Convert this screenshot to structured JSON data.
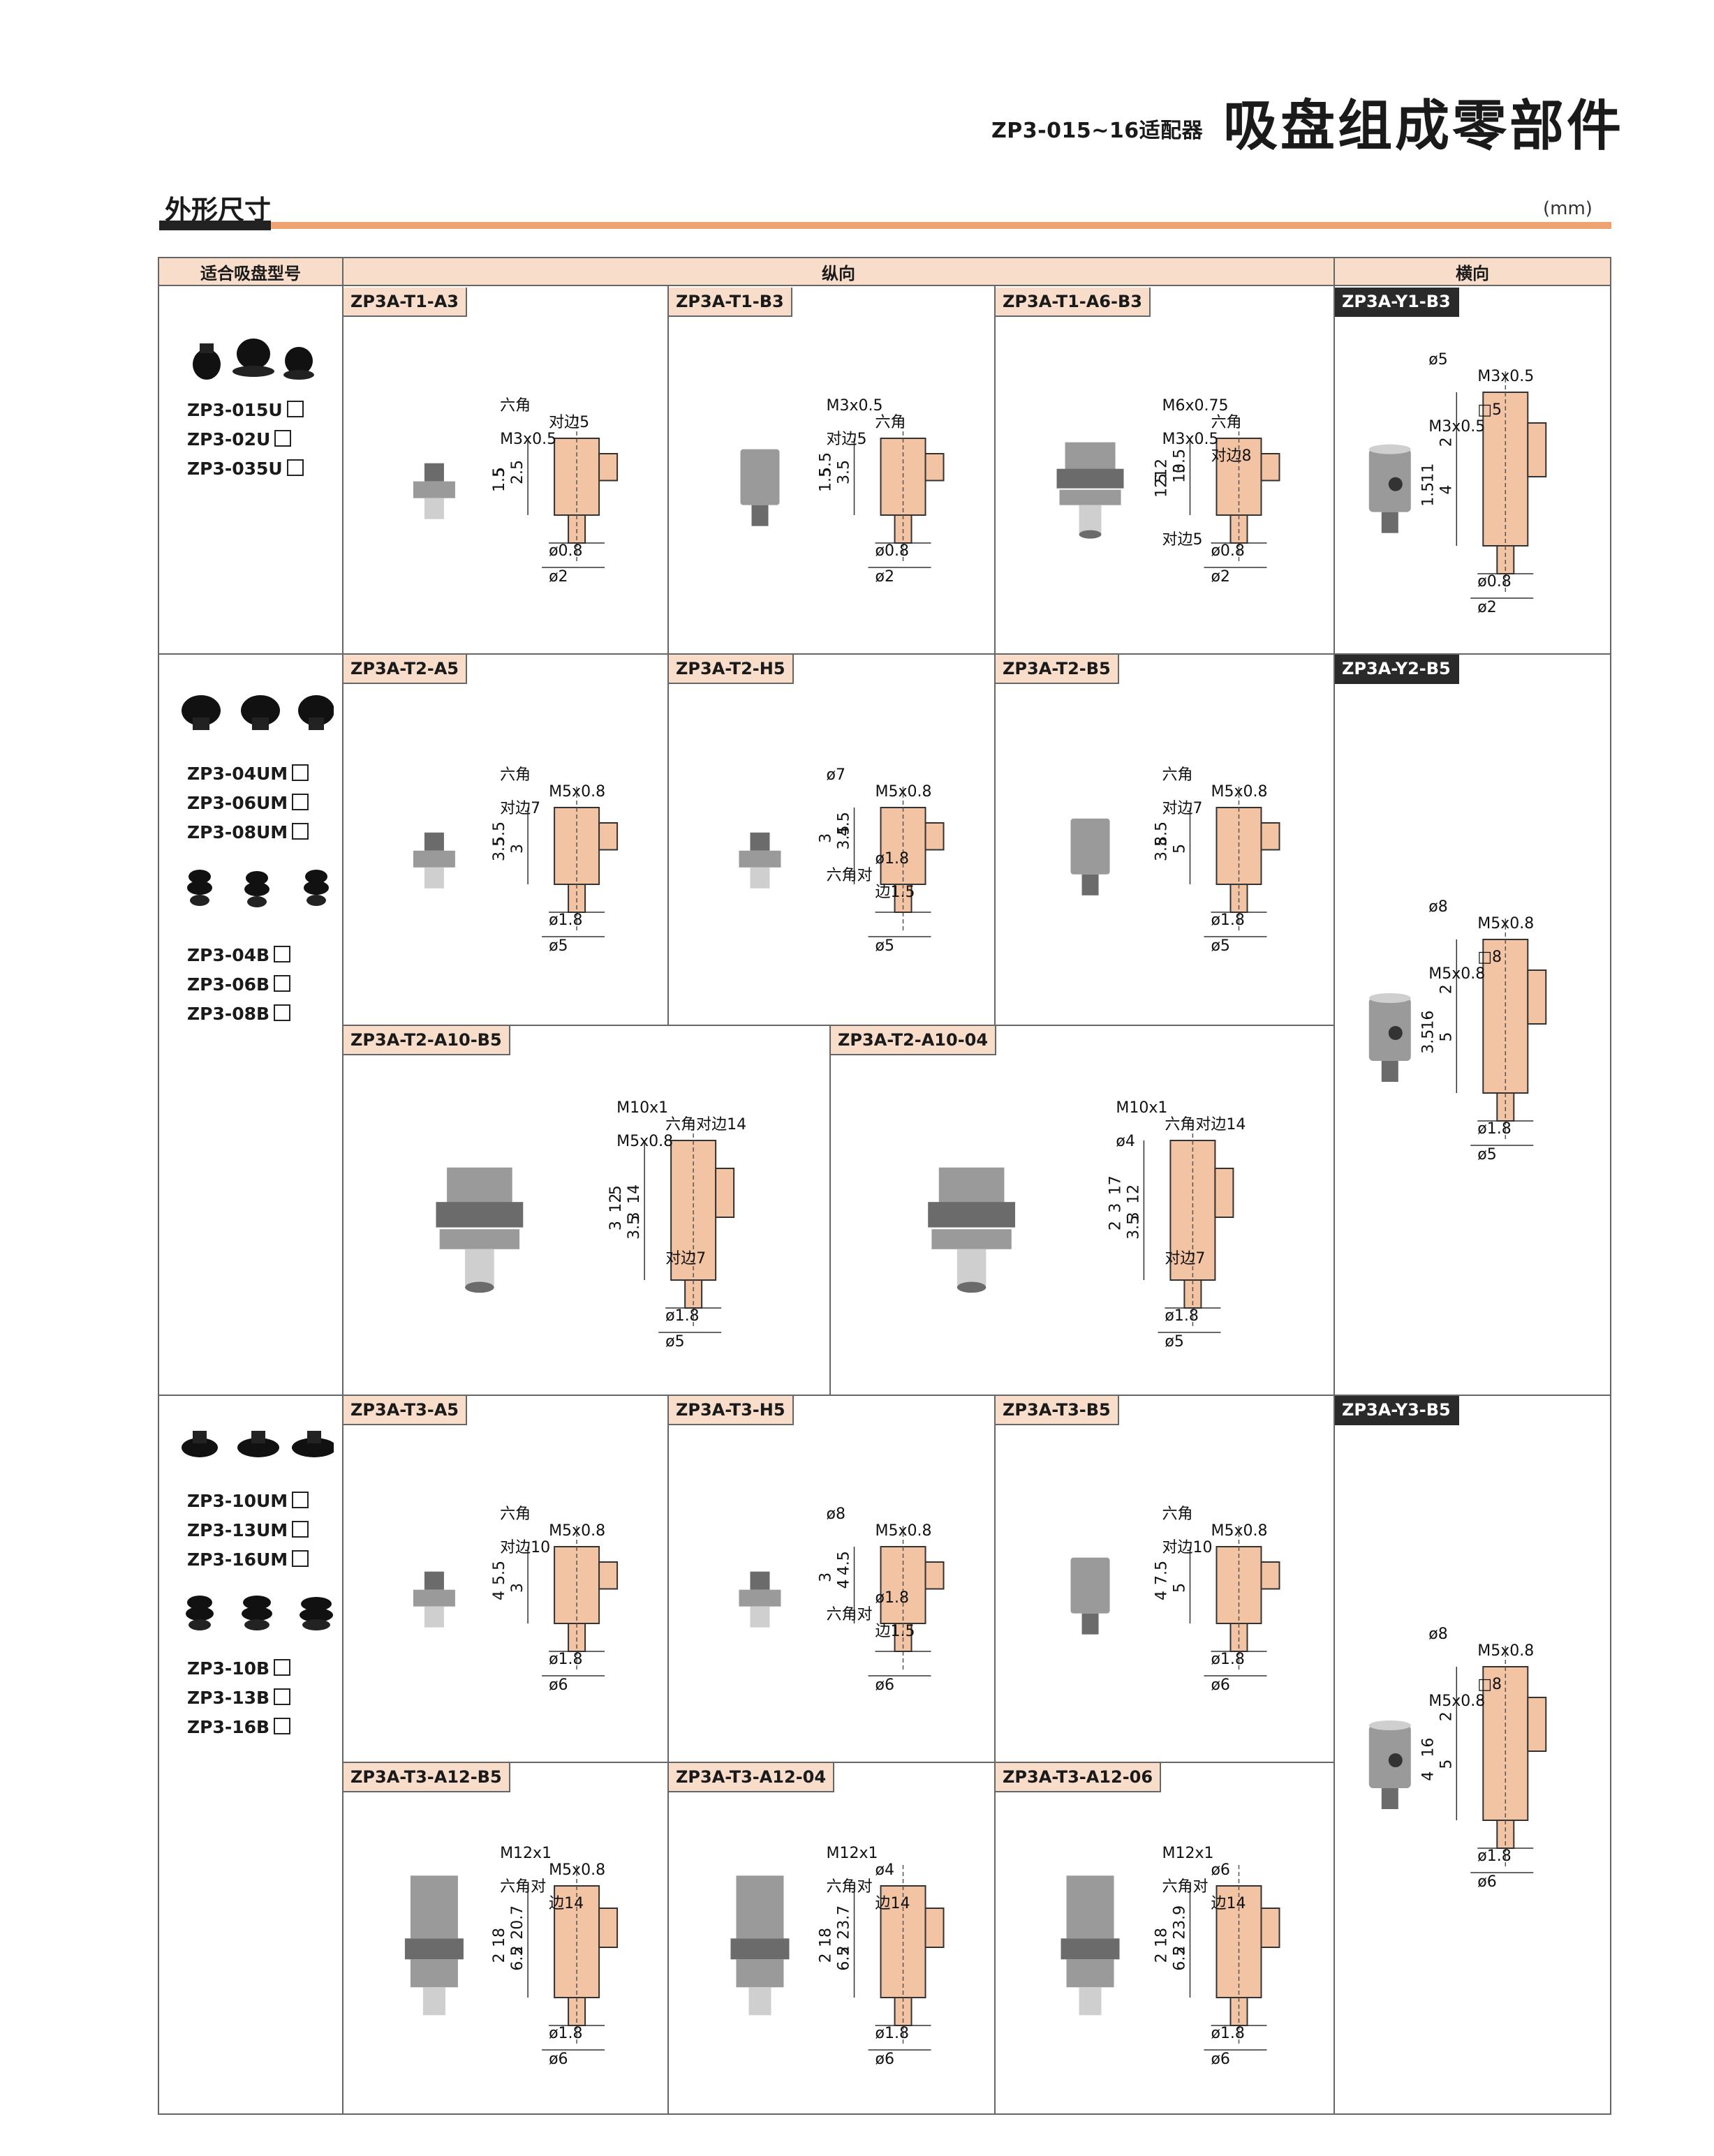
{
  "header": {
    "subtitle": "ZP3-015~16适配器",
    "title": "吸盘组成零部件"
  },
  "section": {
    "title": "外形尺寸",
    "unit": "(mm)"
  },
  "table_headers": {
    "col1": "适合吸盘型号",
    "col2": "纵向",
    "col3": "横向"
  },
  "groups": [
    {
      "models": [
        "ZP3-015U",
        "ZP3-02U",
        "ZP3-035U"
      ]
    },
    {
      "models_u": [
        "ZP3-04UM",
        "ZP3-06UM",
        "ZP3-08UM"
      ],
      "models_b": [
        "ZP3-04B",
        "ZP3-06B",
        "ZP3-08B"
      ]
    },
    {
      "models_u": [
        "ZP3-10UM",
        "ZP3-13UM",
        "ZP3-16UM"
      ],
      "models_b": [
        "ZP3-10B",
        "ZP3-13B",
        "ZP3-16B"
      ]
    }
  ],
  "cells": {
    "t1a3": {
      "name": "ZP3A-T1-A3",
      "labels": [
        "六角",
        "对边5",
        "M3x0.5",
        "5",
        "2.5",
        "1.5",
        "ø0.8",
        "ø2"
      ]
    },
    "t1b3": {
      "name": "ZP3A-T1-B3",
      "labels": [
        "M3x0.5",
        "六角",
        "对边5",
        "5.5",
        "3.5",
        "1.5",
        "ø0.8",
        "ø2"
      ]
    },
    "t1a6b3": {
      "name": "ZP3A-T1-A6-B3",
      "labels": [
        "M6x0.75",
        "六角",
        "M3x0.5",
        "对边8",
        "3.5",
        "12",
        "10",
        "2",
        "对边5",
        "1.5",
        "ø0.8",
        "ø2"
      ]
    },
    "y1b3": {
      "name": "ZP3A-Y1-B3",
      "labels": [
        "ø5",
        "M3x0.5",
        "2",
        "□5",
        "M3x0.5",
        "11",
        "4",
        "1.5",
        "ø0.8",
        "ø2"
      ]
    },
    "t2a5": {
      "name": "ZP3A-T2-A5",
      "labels": [
        "六角",
        "M5x0.8",
        "对边7",
        "5.5",
        "3",
        "3.5",
        "ø1.8",
        "ø5"
      ]
    },
    "t2h5": {
      "name": "ZP3A-T2-H5",
      "labels": [
        "ø7",
        "M5x0.8",
        "4.5",
        "3",
        "3.5",
        "ø1.8",
        "六角对",
        "边1.5",
        "ø5"
      ]
    },
    "t2b5": {
      "name": "ZP3A-T2-B5",
      "labels": [
        "六角",
        "M5x0.8",
        "对边7",
        "8.5",
        "5",
        "3.5",
        "ø1.8",
        "ø5"
      ]
    },
    "y2b5": {
      "name": "ZP3A-Y2-B5",
      "labels": [
        "ø8",
        "M5x0.8",
        "2",
        "□8",
        "M5x0.8",
        "16",
        "5",
        "3.5",
        "ø1.8",
        "ø5"
      ]
    },
    "t2a10b5": {
      "name": "ZP3A-T2-A10-B5",
      "labels": [
        "M10x1",
        "六角对边14",
        "M5x0.8",
        "5",
        "14",
        "12",
        "3",
        "3",
        "3.5",
        "对边7",
        "ø1.8",
        "ø5"
      ]
    },
    "t2a1004": {
      "name": "ZP3A-T2-A10-04",
      "labels": [
        "M10x1",
        "六角对边14",
        "ø4",
        "17",
        "12",
        "3",
        "3",
        "2",
        "3.5",
        "对边7",
        "ø1.8",
        "ø5"
      ]
    },
    "t3a5": {
      "name": "ZP3A-T3-A5",
      "labels": [
        "六角",
        "M5x0.8",
        "对边10",
        "5.5",
        "3",
        "4",
        "ø1.8",
        "ø6"
      ]
    },
    "t3h5": {
      "name": "ZP3A-T3-H5",
      "labels": [
        "ø8",
        "M5x0.8",
        "4.5",
        "3",
        "4",
        "ø1.8",
        "六角对",
        "边1.5",
        "ø6"
      ]
    },
    "t3b5": {
      "name": "ZP3A-T3-B5",
      "labels": [
        "六角",
        "M5x0.8",
        "对边10",
        "7.5",
        "5",
        "4",
        "ø1.8",
        "ø6"
      ]
    },
    "y3b5": {
      "name": "ZP3A-Y3-B5",
      "labels": [
        "ø8",
        "M5x0.8",
        "2",
        "□8",
        "M5x0.8",
        "16",
        "5",
        "4",
        "ø1.8",
        "ø6"
      ]
    },
    "t3a12b5": {
      "name": "ZP3A-T3-A12-B5",
      "labels": [
        "M12x1",
        "M5x0.8",
        "六角对",
        "边14",
        "20.7",
        "18",
        "2",
        "2",
        "6.5",
        "ø1.8",
        "ø6"
      ]
    },
    "t3a1204": {
      "name": "ZP3A-T3-A12-04",
      "labels": [
        "M12x1",
        "ø4",
        "六角对",
        "边14",
        "23.7",
        "18",
        "2",
        "2",
        "6.5",
        "ø1.8",
        "ø6"
      ]
    },
    "t3a1206": {
      "name": "ZP3A-T3-A12-06",
      "labels": [
        "M12x1",
        "ø6",
        "六角对",
        "边14",
        "23.9",
        "18",
        "2",
        "2",
        "6.5",
        "ø1.8",
        "ø6"
      ]
    }
  },
  "colors": {
    "accent": "#efa272",
    "tag_bg": "#f8ddcb",
    "part_fill": "#f3c4a4",
    "dark_tag": "#2a2a2a"
  }
}
